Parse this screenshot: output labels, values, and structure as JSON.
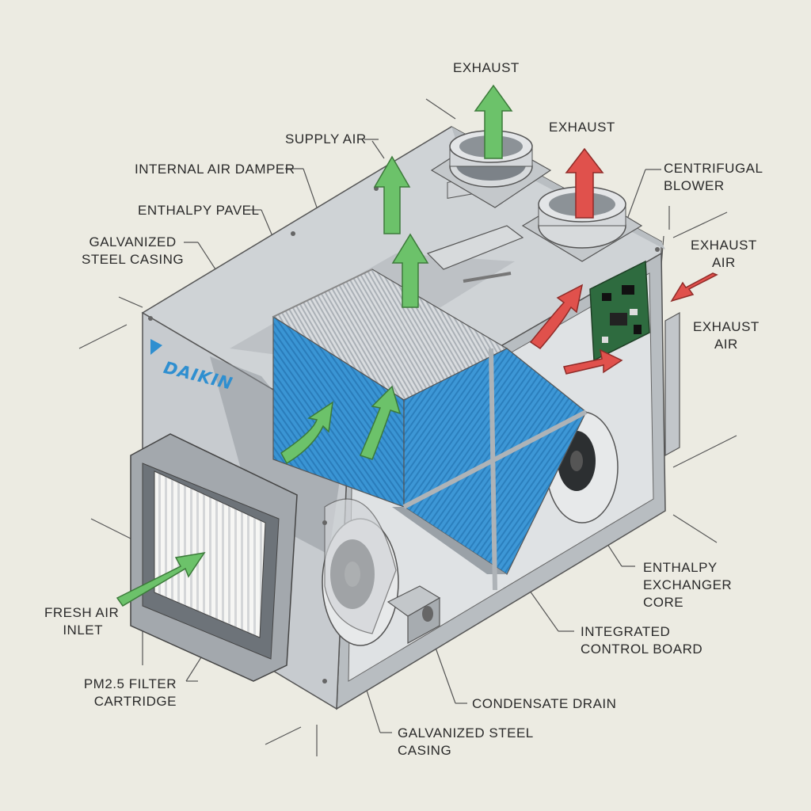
{
  "brand": "DAIKIN",
  "labels": {
    "exhaust_top": "EXHAUST",
    "exhaust_mid": "EXHAUST",
    "supply_air": "SUPPLY AIR",
    "internal_air_damper": "INTERNAL AIR DAMPER",
    "enthalpy_pavel": "ENTHALPY PAVEL",
    "galvanized_casing_top": [
      "GALVANIZED",
      "STEEL CASING"
    ],
    "centrifugal_blower": [
      "CENTRIFUGAL",
      "BLOWER"
    ],
    "exhaust_air_1": [
      "EXHAUST",
      "AIR"
    ],
    "exhaust_air_2": [
      "EXHAUST",
      "AIR"
    ],
    "enthalpy_exchanger_core": [
      "ENTHALPY",
      "EXCHANGER",
      "CORE"
    ],
    "integrated_control_board": [
      "INTEGRATED",
      "CONTROL BOARD"
    ],
    "condensate_drain": "CONDENSATE DRAIN",
    "galvanized_casing_bottom": [
      "GALVANIZED STEEL",
      "CASING"
    ],
    "fresh_air_inlet": [
      "FRESH AIR",
      "INLET"
    ],
    "pm25_filter": [
      "PM2.5 FILTER",
      "CARTRIDGE"
    ]
  },
  "colors": {
    "supply_arrow": "#6cc26a",
    "exhaust_arrow": "#e0514c",
    "core_blue": "#2f8fd0",
    "casing": "#c9cccf"
  }
}
